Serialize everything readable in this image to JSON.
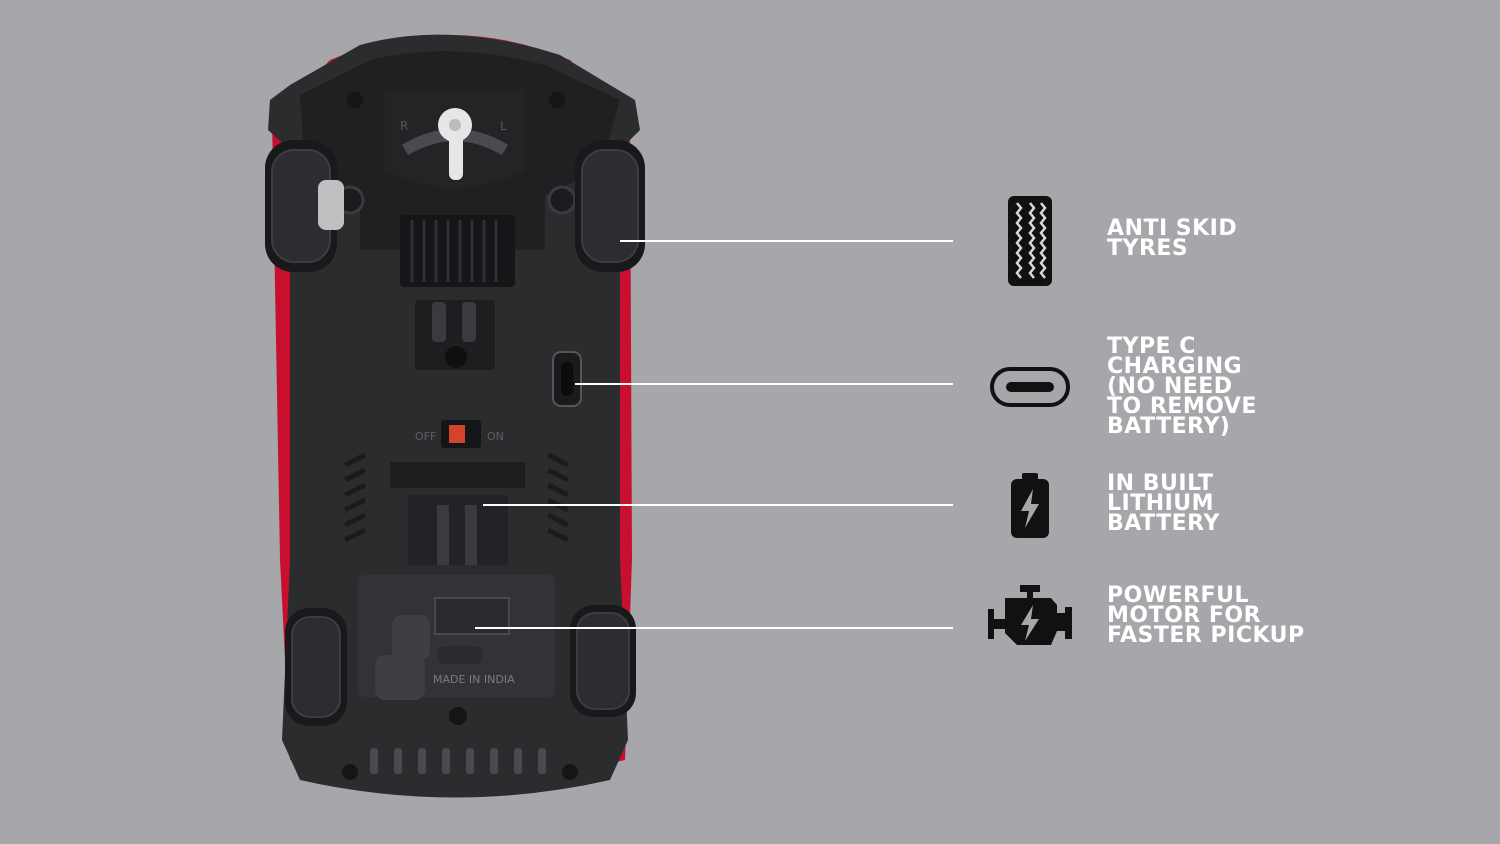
{
  "background_color": "#a6a7aa",
  "text_color": "#ffffff",
  "car_body_color": "#c8102e",
  "chassis_color": "#2b2c2e",
  "chassis_text": {
    "switch_off": "OFF",
    "switch_on": "ON",
    "made_in": "MADE IN INDIA"
  },
  "features": [
    {
      "icon": "tyre-tread-icon",
      "lines": [
        "ANTI SKID",
        "TYRES"
      ]
    },
    {
      "icon": "usb-type-c-icon",
      "lines": [
        "TYPE C",
        "CHARGING",
        "(NO NEED",
        "TO REMOVE",
        "BATTERY)"
      ]
    },
    {
      "icon": "battery-charge-icon",
      "lines": [
        "IN BUILT",
        "LITHIUM",
        "BATTERY"
      ]
    },
    {
      "icon": "engine-motor-icon",
      "lines": [
        "POWERFUL",
        "MOTOR FOR",
        "FASTER PICKUP"
      ]
    }
  ]
}
